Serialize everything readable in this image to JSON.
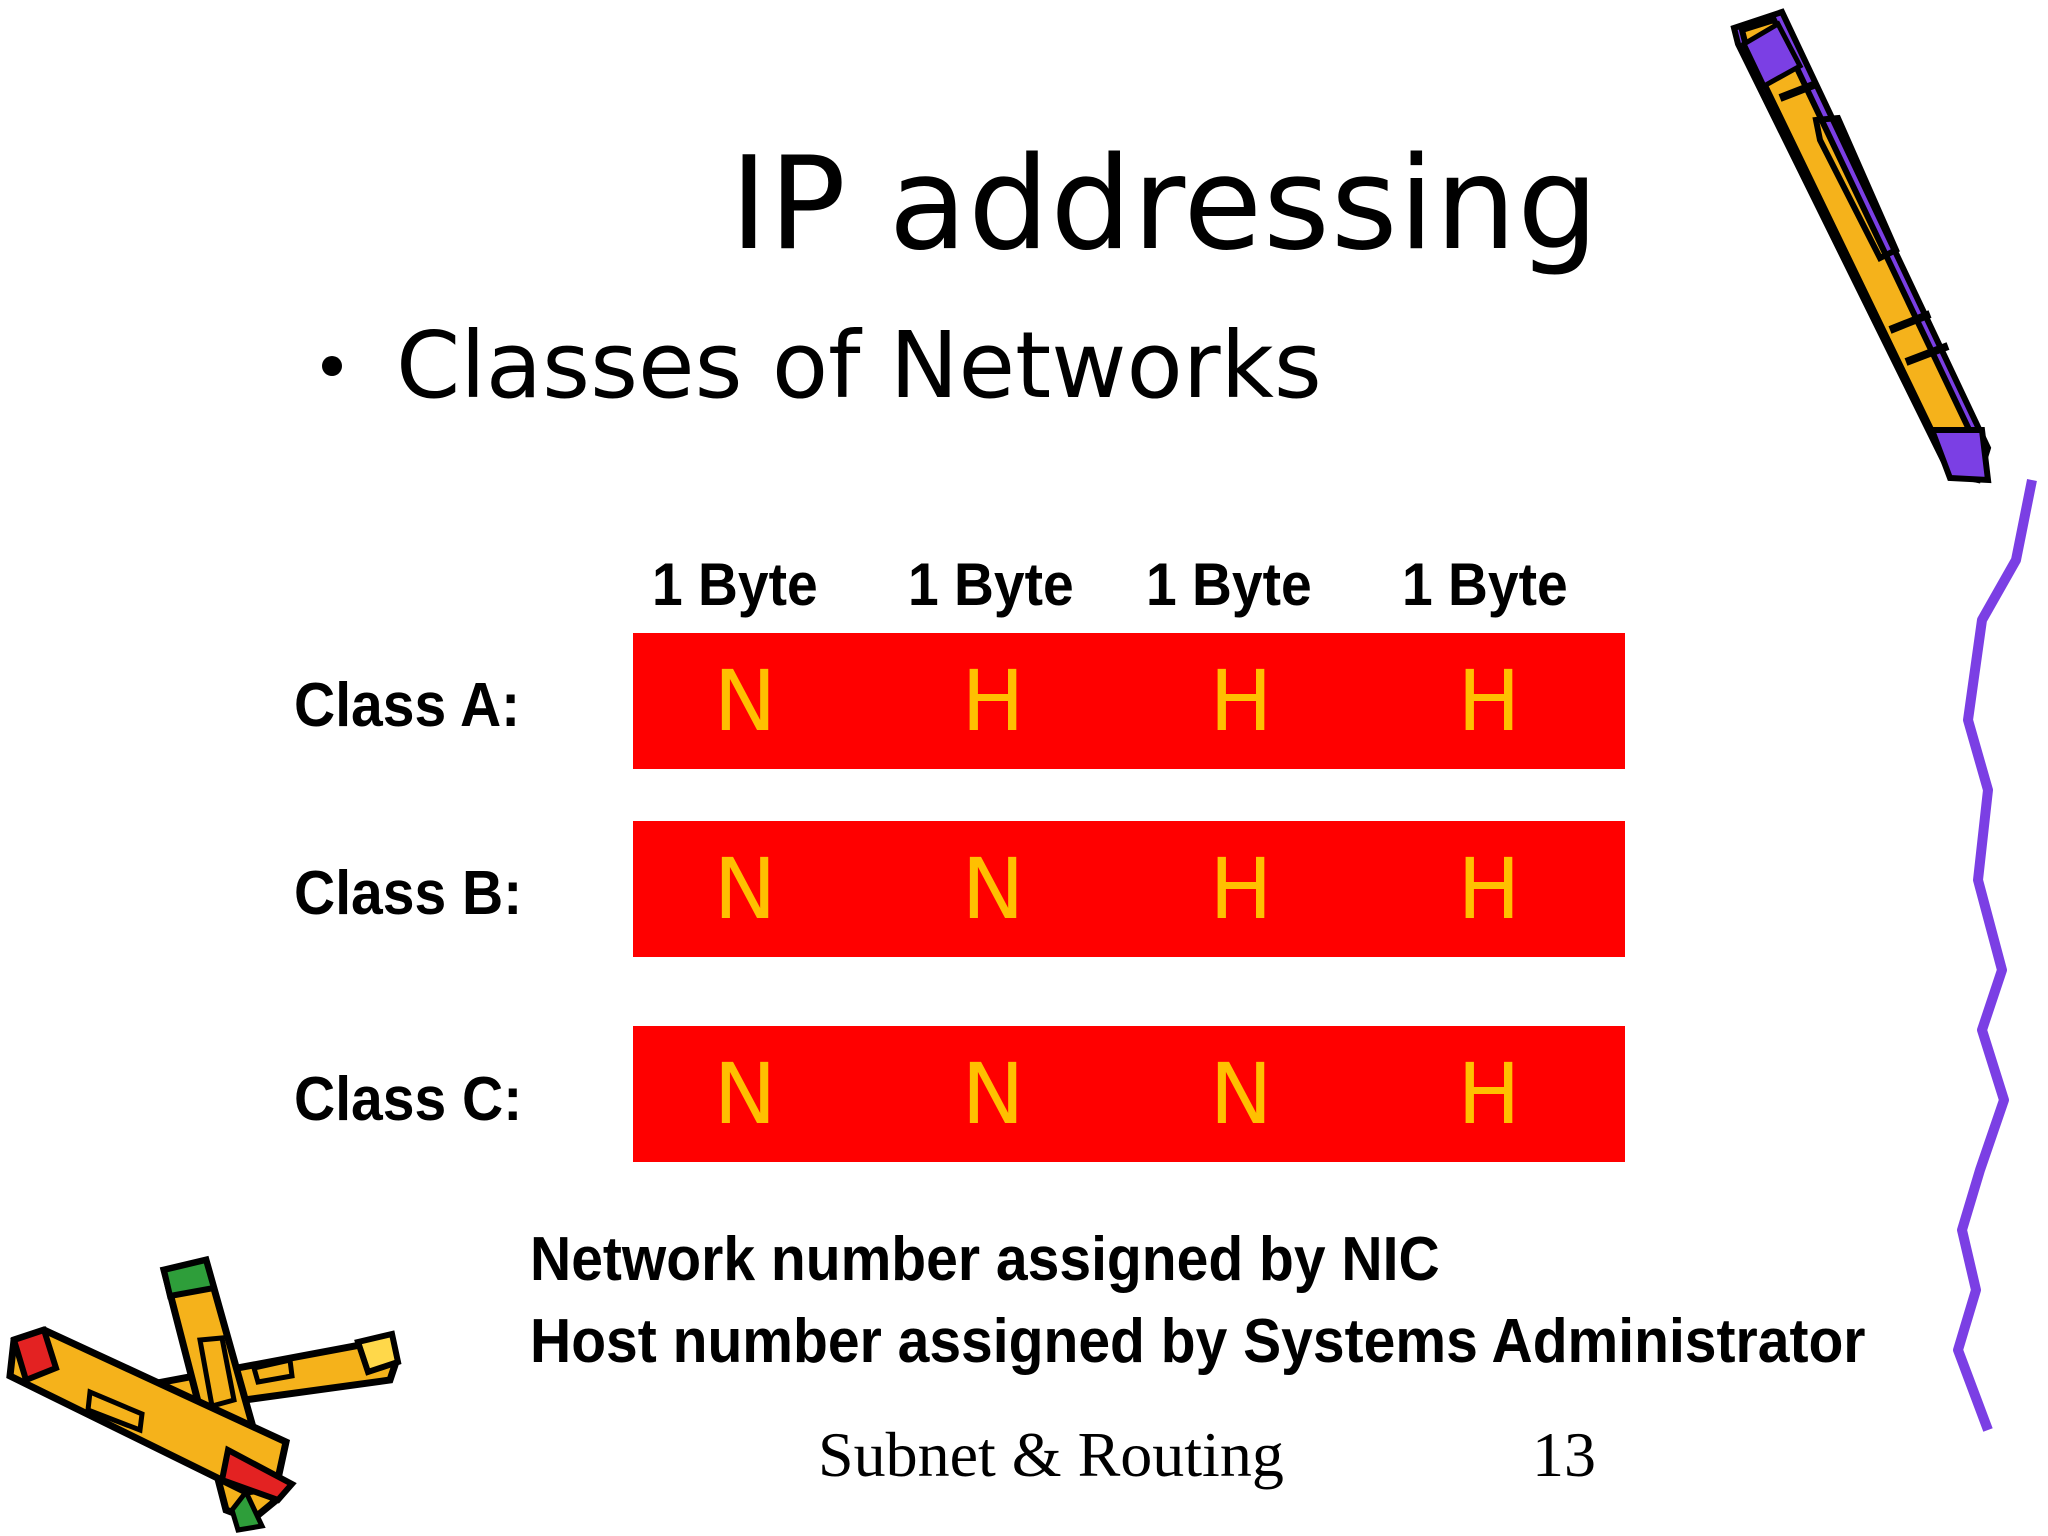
{
  "slide": {
    "title": "IP addressing",
    "bullet": "Classes of Networks",
    "byte_headers": [
      "1 Byte",
      "1 Byte",
      "1 Byte",
      "1 Byte"
    ],
    "rows": [
      {
        "label": "Class A:",
        "cells": [
          "N",
          "H",
          "H",
          "H"
        ]
      },
      {
        "label": "Class B:",
        "cells": [
          "N",
          "N",
          "H",
          "H"
        ]
      },
      {
        "label": "Class C:",
        "cells": [
          "N",
          "N",
          "N",
          "H"
        ]
      }
    ],
    "notes": [
      "Network number assigned by NIC",
      "Host number assigned by Systems Administrator"
    ],
    "footer": "Subnet & Routing",
    "page_number": "13"
  },
  "colors": {
    "bar": "#ff0000",
    "letters": "#ffc000",
    "wavy_line": "#7b3fe4",
    "pencil_body": "#f5b21b",
    "pencil_outline": "#000000"
  },
  "icons": [
    "pencil-icon",
    "pencils-cluster-icon"
  ]
}
